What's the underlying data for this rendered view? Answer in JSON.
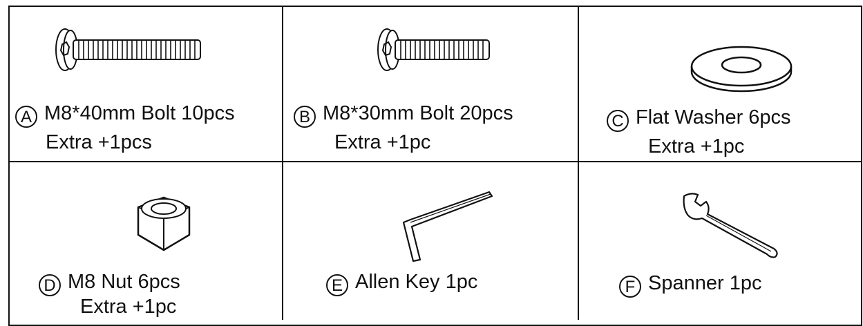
{
  "parts": [
    {
      "letter": "A",
      "line1": "M8*40mm Bolt 10pcs",
      "line2": "Extra +1pcs",
      "icon": "long-bolt-icon"
    },
    {
      "letter": "B",
      "line1": "M8*30mm Bolt 20pcs",
      "line2": "Extra +1pc",
      "icon": "short-bolt-icon"
    },
    {
      "letter": "C",
      "line1": "Flat Washer 6pcs",
      "line2": "Extra +1pc",
      "icon": "washer-icon"
    },
    {
      "letter": "D",
      "line1": "M8 Nut 6pcs",
      "line2": "Extra +1pc",
      "icon": "nut-icon"
    },
    {
      "letter": "E",
      "line1": "Allen Key 1pc",
      "line2": "",
      "icon": "allen-key-icon"
    },
    {
      "letter": "F",
      "line1": "Spanner 1pc",
      "line2": "",
      "icon": "spanner-icon"
    }
  ]
}
